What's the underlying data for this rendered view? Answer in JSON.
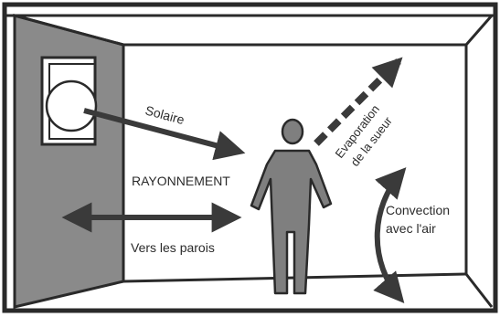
{
  "labels": {
    "solaire": "Solaire",
    "rayonnement": "RAYONNEMENT",
    "vers_les_parois": "Vers les parois",
    "evaporation_line1": "Evaporation",
    "evaporation_line2": "de la sueur",
    "convection_line1": "Convection",
    "convection_line2": "avec l'air"
  },
  "colors": {
    "frame": "#2a2a2a",
    "left_wall": "#8a8a8a",
    "arrow": "#3a3a3a",
    "person": "#7f7f7f",
    "background": "#ffffff"
  }
}
